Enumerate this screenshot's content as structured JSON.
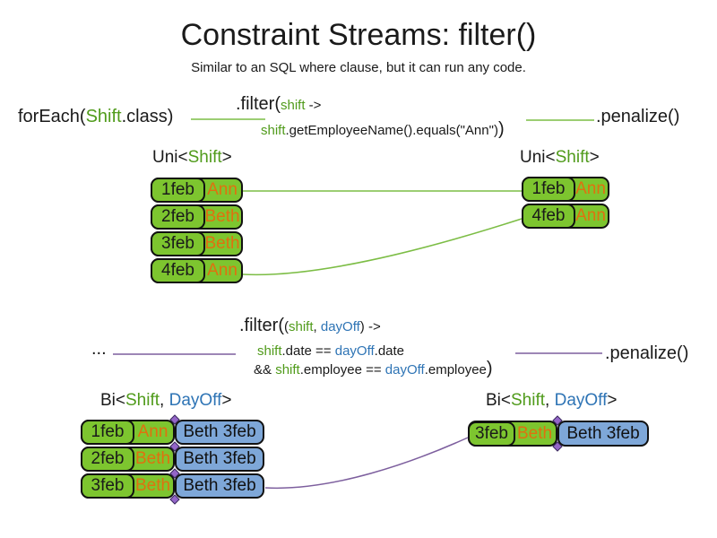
{
  "title": "Constraint Streams: filter()",
  "subtitle": "Similar to an SQL where clause, but it can run any code.",
  "colors": {
    "class_green": "#509b1b",
    "tuple_fill_green": "#7dc52f",
    "class_blue": "#2e74b5",
    "tuple_fill_blue": "#7ea7d8",
    "employee_orange": "#e0700f",
    "connector_green": "#7cbd45",
    "connector_purple": "#7d5f9e",
    "join_diamond_purple": "#9466c8"
  },
  "stream1": {
    "source_pre": "forEach(",
    "source_class": "Shift",
    "source_post": ".class)",
    "filter_method": ".filter(",
    "filter_param": "shift",
    "filter_arrow": " ->",
    "body_var": "shift",
    "body_rest": ".getEmployeeName().equals(\"Ann\")",
    "body_close": ")",
    "penalize": ".penalize()"
  },
  "uni_left": {
    "label_pre": "Uni<",
    "label_class": "Shift",
    "label_post": ">",
    "rows": [
      {
        "date": "1feb",
        "employee": "Ann"
      },
      {
        "date": "2feb",
        "employee": "Beth"
      },
      {
        "date": "3feb",
        "employee": "Beth"
      },
      {
        "date": "4feb",
        "employee": "Ann"
      }
    ]
  },
  "uni_right": {
    "label_pre": "Uni<",
    "label_class": "Shift",
    "label_post": ">",
    "rows": [
      {
        "date": "1feb",
        "employee": "Ann"
      },
      {
        "date": "4feb",
        "employee": "Ann"
      }
    ]
  },
  "stream2": {
    "source": "...",
    "filter_method": ".filter(",
    "params_open": "(",
    "param1": "shift",
    "comma": ", ",
    "param2": "dayOff",
    "params_close": ")",
    "arrow": " ->",
    "body1_var1": "shift",
    "body1_mid": ".date == ",
    "body1_var2": "dayOff",
    "body1_end": ".date",
    "body2_and": "&& ",
    "body2_var1": "shift",
    "body2_mid": ".employee == ",
    "body2_var2": "dayOff",
    "body2_end": ".employee",
    "body2_close": ")",
    "penalize": ".penalize()"
  },
  "bi_left": {
    "label_pre": "Bi<",
    "label_class1": "Shift",
    "label_comma": ", ",
    "label_class2": "DayOff",
    "label_post": ">",
    "rows": [
      {
        "date": "1feb",
        "employee": "Ann",
        "dayoff": "Beth 3feb"
      },
      {
        "date": "2feb",
        "employee": "Beth",
        "dayoff": "Beth 3feb"
      },
      {
        "date": "3feb",
        "employee": "Beth",
        "dayoff": "Beth 3feb"
      }
    ]
  },
  "bi_right": {
    "label_pre": "Bi<",
    "label_class1": "Shift",
    "label_comma": ", ",
    "label_class2": "DayOff",
    "label_post": ">",
    "rows": [
      {
        "date": "3feb",
        "employee": "Beth",
        "dayoff": "Beth 3feb"
      }
    ]
  }
}
